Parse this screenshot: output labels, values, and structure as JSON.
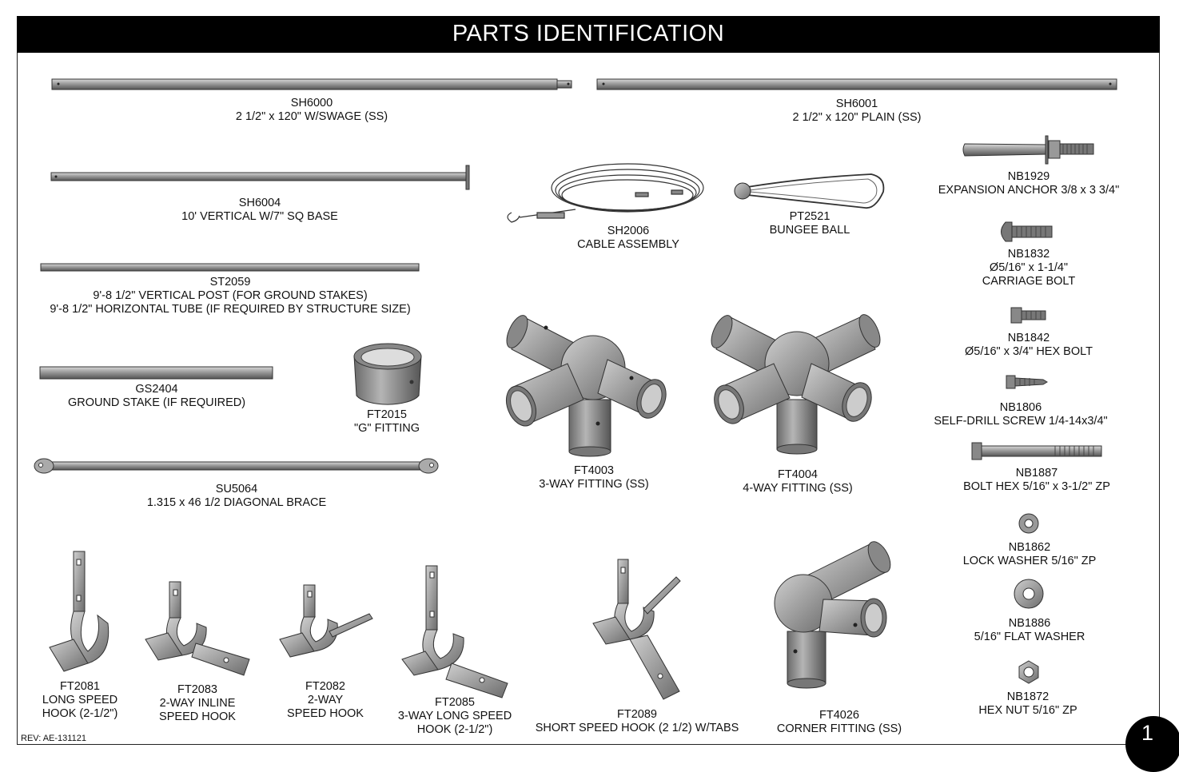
{
  "page": {
    "title": "PARTS IDENTIFICATION",
    "revision": "REV: AE-131121",
    "page_number": "1"
  },
  "parts": [
    {
      "code": "SH6000",
      "lines": [
        "2 1/2\" x 120\" W/SWAGE (SS)"
      ]
    },
    {
      "code": "SH6001",
      "lines": [
        "2 1/2\" x 120\" PLAIN (SS)"
      ]
    },
    {
      "code": "NB1929",
      "lines": [
        "EXPANSION ANCHOR 3/8 x 3 3/4\""
      ]
    },
    {
      "code": "SH6004",
      "lines": [
        "10' VERTICAL W/7\" SQ BASE"
      ]
    },
    {
      "code": "SH2006",
      "lines": [
        "CABLE ASSEMBLY"
      ]
    },
    {
      "code": "PT2521",
      "lines": [
        "BUNGEE BALL"
      ]
    },
    {
      "code": "NB1832",
      "lines": [
        "Ø5/16\" x 1-1/4\"",
        "CARRIAGE BOLT"
      ]
    },
    {
      "code": "ST2059",
      "lines": [
        "9'-8 1/2\" VERTICAL POST (FOR GROUND STAKES)",
        "9'-8 1/2\" HORIZONTAL TUBE (IF REQUIRED BY STRUCTURE SIZE)"
      ]
    },
    {
      "code": "NB1842",
      "lines": [
        "Ø5/16\" x 3/4\" HEX BOLT"
      ]
    },
    {
      "code": "GS2404",
      "lines": [
        "GROUND STAKE (IF REQUIRED)"
      ]
    },
    {
      "code": "FT2015",
      "lines": [
        "\"G\" FITTING"
      ]
    },
    {
      "code": "NB1806",
      "lines": [
        "SELF-DRILL SCREW 1/4-14x3/4\""
      ]
    },
    {
      "code": "FT4003",
      "lines": [
        "3-WAY FITTING (SS)"
      ]
    },
    {
      "code": "FT4004",
      "lines": [
        "4-WAY FITTING (SS)"
      ]
    },
    {
      "code": "NB1887",
      "lines": [
        "BOLT HEX 5/16\" x 3-1/2\" ZP"
      ]
    },
    {
      "code": "SU5064",
      "lines": [
        "1.315 x 46 1/2 DIAGONAL BRACE"
      ]
    },
    {
      "code": "NB1862",
      "lines": [
        "LOCK WASHER 5/16\" ZP"
      ]
    },
    {
      "code": "NB1886",
      "lines": [
        "5/16\" FLAT WASHER"
      ]
    },
    {
      "code": "FT2081",
      "lines": [
        "LONG SPEED",
        "HOOK (2-1/2\")"
      ]
    },
    {
      "code": "FT2083",
      "lines": [
        "2-WAY INLINE",
        "SPEED HOOK"
      ]
    },
    {
      "code": "FT2082",
      "lines": [
        "2-WAY",
        "SPEED HOOK"
      ]
    },
    {
      "code": "FT2085",
      "lines": [
        "3-WAY LONG SPEED",
        "HOOK (2-1/2\")"
      ]
    },
    {
      "code": "FT2089",
      "lines": [
        "SHORT SPEED HOOK (2 1/2) W/TABS"
      ]
    },
    {
      "code": "FT4026",
      "lines": [
        "CORNER FITTING (SS)"
      ]
    },
    {
      "code": "NB1872",
      "lines": [
        "HEX NUT 5/16\" ZP"
      ]
    }
  ]
}
